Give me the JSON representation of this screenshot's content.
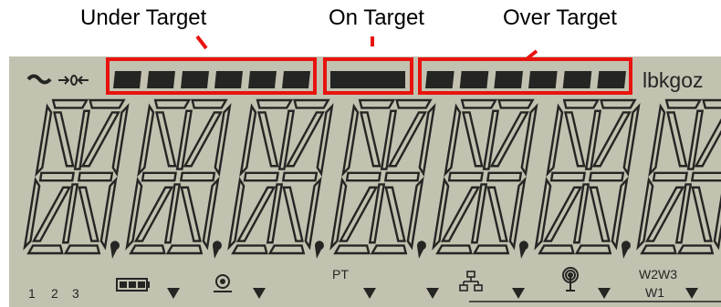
{
  "callouts": {
    "under": "Under Target",
    "on": "On Target",
    "over": "Over Target"
  },
  "lcd": {
    "units_label": "lbkgoz",
    "channels": [
      "1",
      "2",
      "3"
    ],
    "pt_label": "PT",
    "w_top_label": "W2W3",
    "w_bottom_label": "W1",
    "digit_count": 7,
    "under_segments": 6,
    "over_segments": 6,
    "colors": {
      "panel": "#c3c2b1",
      "segment": "#252523",
      "highlight": "#e8130e"
    },
    "icons": [
      "ac-power-icon",
      "zero-icon",
      "battery-icon",
      "stable-icon",
      "network-icon",
      "wireless-icon"
    ]
  }
}
